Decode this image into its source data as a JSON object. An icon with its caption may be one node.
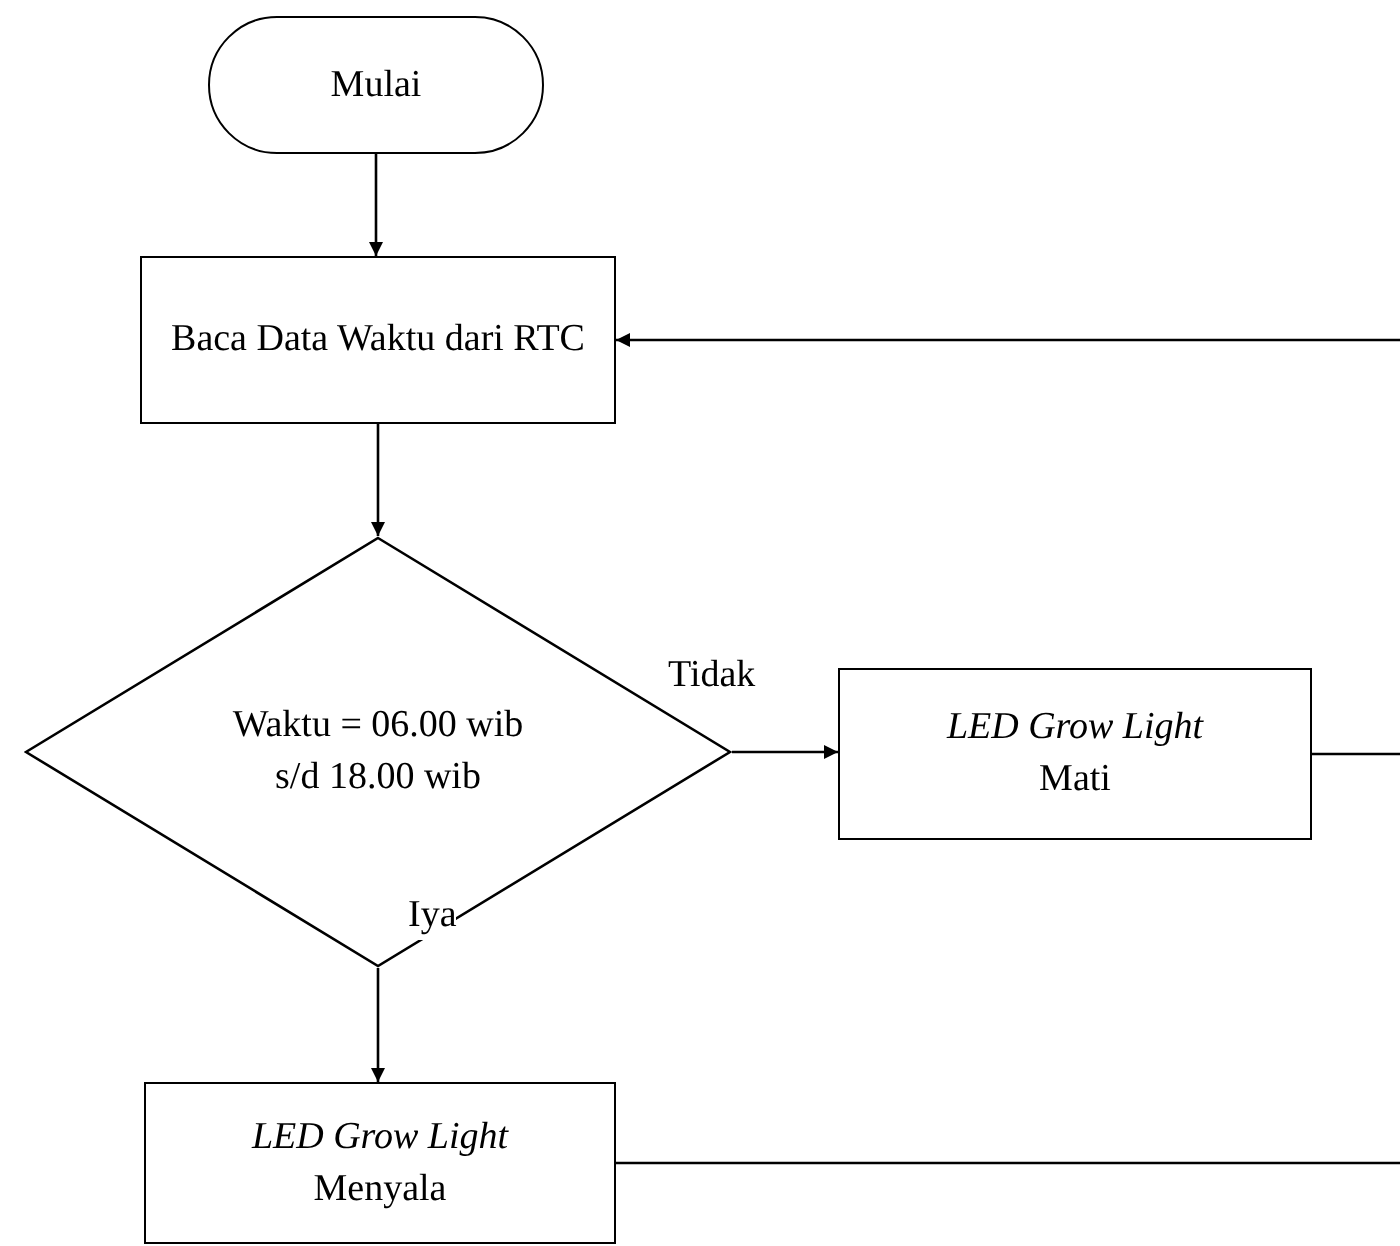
{
  "diagram": {
    "nodes": [
      {
        "text": [
          "Mulai"
        ]
      },
      {
        "text": [
          "Baca Data Waktu dari RTC"
        ]
      },
      {
        "text": [
          "Waktu = 06.00 wib s/d 18.00 wib"
        ]
      },
      {
        "text": [
          "*LED Grow Light* Mati"
        ]
      },
      {
        "text": [
          "*LED Grow Light* Menyala"
        ]
      }
    ],
    "edges": [
      {
        "from": 0,
        "to": 1,
        "arrow": "to"
      },
      {
        "from": 1,
        "to": 2,
        "arrow": "to"
      },
      {
        "from": 2,
        "to": 3,
        "label": "Tidak",
        "arrow": "to"
      },
      {
        "from": 2,
        "to": 4,
        "label": "Iya",
        "arrow": "to"
      },
      {
        "from": 3,
        "to": null,
        "arrow": "none"
      },
      {
        "from": 4,
        "to": null,
        "arrow": "none"
      },
      {
        "from": null,
        "to": 1,
        "arrow": "to"
      }
    ]
  }
}
